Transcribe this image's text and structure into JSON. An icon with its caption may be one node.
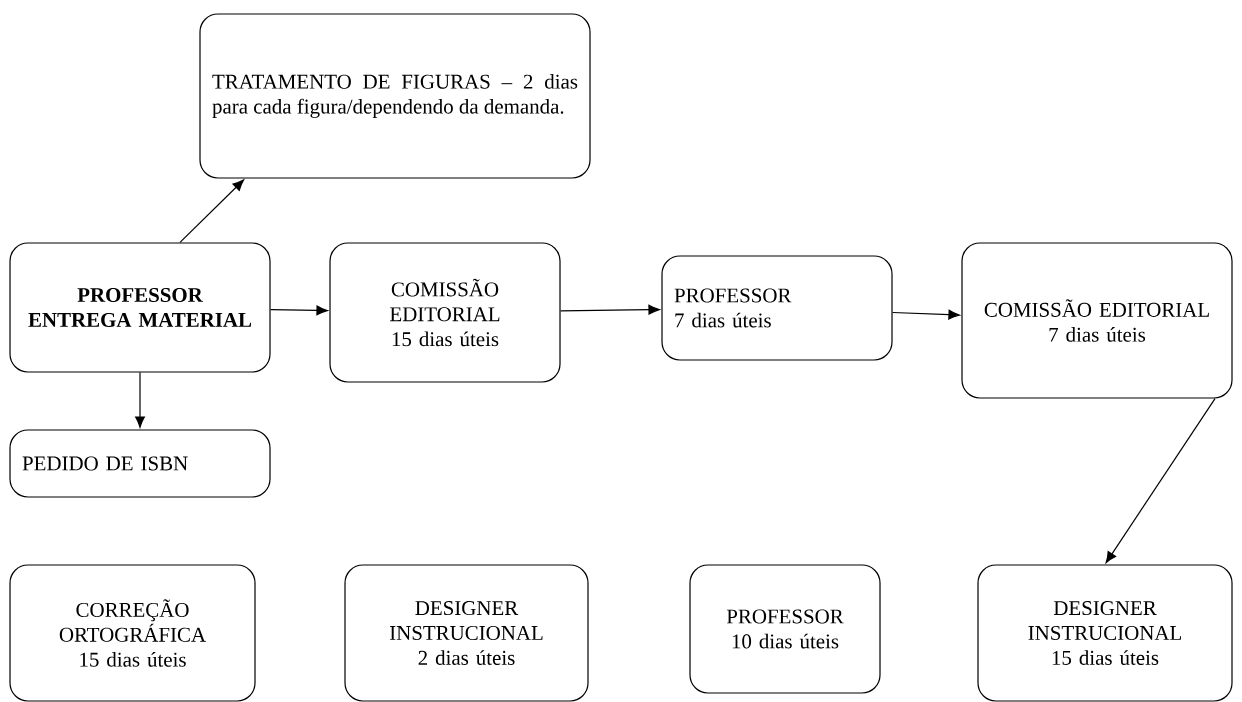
{
  "diagram": {
    "nodes": [
      {
        "text": [
          "TRATAMENTO DE FIGURAS – 2 dias para cada figura/dependendo da demanda."
        ]
      },
      {
        "text": [
          "PROFESSOR ENTREGA MATERIAL"
        ]
      },
      {
        "text": [
          "COMISSÃO EDITORIAL",
          "15 dias úteis"
        ]
      },
      {
        "text": [
          "PROFESSOR",
          "7 dias úteis"
        ]
      },
      {
        "text": [
          "COMISSÃO EDITORIAL",
          "7 dias úteis"
        ]
      },
      {
        "text": [
          "PEDIDO DE ISBN"
        ]
      },
      {
        "text": [
          "CORREÇÃO ORTOGRÁFICA",
          "15 dias úteis"
        ]
      },
      {
        "text": [
          "DESIGNER INSTRUCIONAL",
          "2 dias úteis"
        ]
      },
      {
        "text": [
          "PROFESSOR",
          "10 dias úteis"
        ]
      },
      {
        "text": [
          "DESIGNER INSTRUCIONAL",
          "15 dias úteis"
        ]
      }
    ],
    "edges": [
      {
        "from": 1,
        "to": 0,
        "arrow": "to"
      },
      {
        "from": 1,
        "to": 2,
        "arrow": "to"
      },
      {
        "from": 2,
        "to": 3,
        "arrow": "to"
      },
      {
        "from": 3,
        "to": 4,
        "arrow": "to"
      },
      {
        "from": 1,
        "to": 5,
        "arrow": "to"
      },
      {
        "from": 4,
        "to": 9,
        "arrow": "to"
      }
    ]
  }
}
